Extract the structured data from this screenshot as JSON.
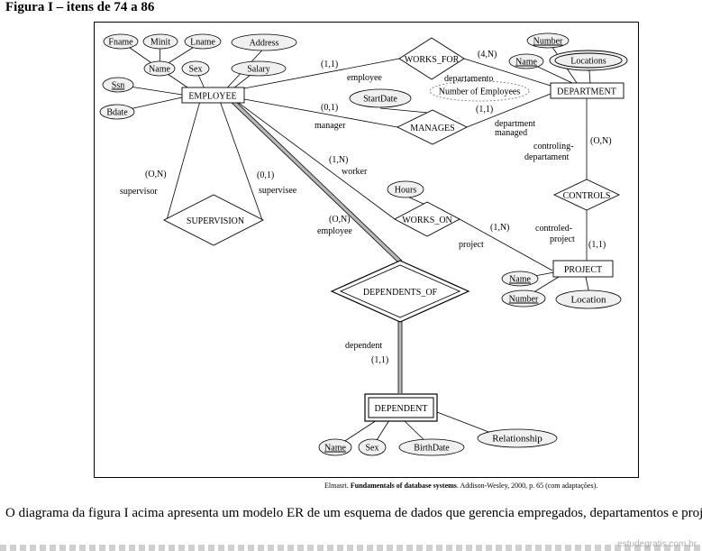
{
  "page": {
    "title": "Figura I – itens de 74 a 86",
    "caption_author": "Elmasri.",
    "caption_book": "Fundamentals of database systems",
    "caption_rest": ". Addison-Wesley, 2000, p. 65 (com adaptações).",
    "body_text": "O diagrama da figura I acima apresenta um modelo ER de um esquema de dados que gerencia empregados, departamentos e proj",
    "watermark": "estudegratis.com.br"
  },
  "diagram": {
    "entities": {
      "employee": "EMPLOYEE",
      "department": "DEPARTMENT",
      "project": "PROJECT",
      "dependent": "DEPENDENT"
    },
    "relationships": {
      "works_for": "WORKS_FOR",
      "manages": "MANAGES",
      "works_on": "WORKS_ON",
      "controls": "CONTROLS",
      "supervision": "SUPERVISION",
      "dependents_of": "DEPENDENTS_OF"
    },
    "attributes": {
      "fname": "Fname",
      "minit": "Minit",
      "lname": "Lname",
      "name": "Name",
      "address": "Address",
      "sex": "Sex",
      "salary": "Salary",
      "ssn": "Ssn",
      "bdate": "Bdate",
      "dept_number": "Number",
      "dept_name": "Name",
      "locations": "Locations",
      "number_of_employees": "Number of Employees",
      "start_date": "StartDate",
      "hours": "Hours",
      "proj_name": "Name",
      "proj_number": "Number",
      "proj_location": "Location",
      "dep_name": "Name",
      "dep_sex": "Sex",
      "birth_date": "BirthDate",
      "relationship": "Relationship"
    },
    "labels": {
      "wf_emp_card": "(1,1)",
      "wf_emp_role": "employee",
      "wf_dept_card": "(4,N)",
      "wf_dept_role": "departamento",
      "mg_emp_card": "(0,1)",
      "mg_emp_role": "manager",
      "mg_dept_card": "(1,1)",
      "mg_dept_role1": "department",
      "mg_dept_role2": "managed",
      "wo_emp_card": "(1,N)",
      "wo_emp_role": "worker",
      "wo_proj_card": "(1,N)",
      "wo_proj_role": "project",
      "ct_dept_card": "(O,N)",
      "ct_dept_role1": "controling-",
      "ct_dept_role2": "departament",
      "ct_proj_role1": "controled-",
      "ct_proj_role2": "project",
      "ct_proj_card": "(1,1)",
      "sup_left_card": "(O,N)",
      "sup_left_role": "supervisor",
      "sup_right_card": "(0,1)",
      "sup_right_role": "supervisee",
      "do_emp_card": "(O,N)",
      "do_emp_role": "employee",
      "do_dep_role": "dependent",
      "do_dep_card": "(1,1)"
    }
  }
}
